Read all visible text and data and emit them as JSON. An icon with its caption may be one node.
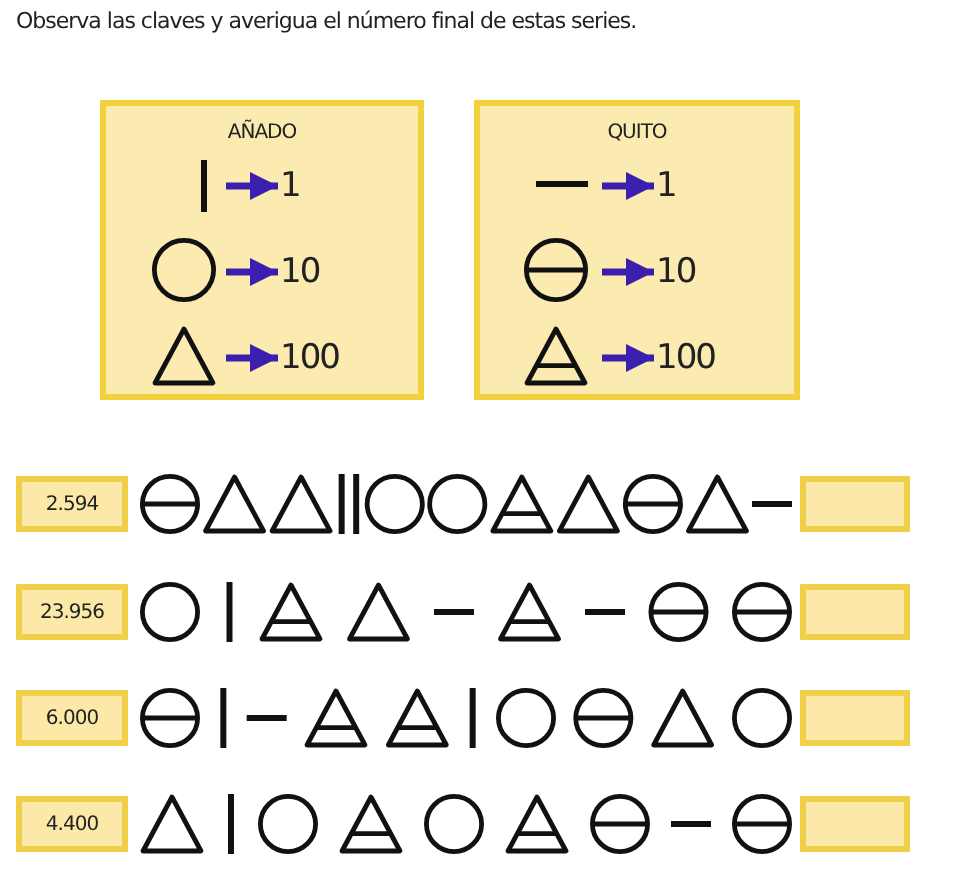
{
  "diagram": {
    "title": "Observa las claves y averigua el número final de estas series.",
    "nodes": [
      {
        "text": [
          "AÑADO"
        ]
      },
      {
        "text": [],
        "shape": "bar",
        "in": 0
      },
      {
        "text": [
          "1"
        ],
        "in": 0
      },
      {
        "text": [],
        "shape": "circle",
        "in": 0
      },
      {
        "text": [
          "10"
        ],
        "in": 0
      },
      {
        "text": [],
        "shape": "triangle",
        "in": 0
      },
      {
        "text": [
          "100"
        ],
        "in": 0
      },
      {
        "text": [
          "QUITO"
        ]
      },
      {
        "text": [],
        "shape": "bar",
        "in": 7
      },
      {
        "text": [
          "1"
        ],
        "in": 7
      },
      {
        "text": [],
        "shape": "circle",
        "in": 7
      },
      {
        "text": [
          "10"
        ],
        "in": 7
      },
      {
        "text": [],
        "shape": "triangle",
        "in": 7
      },
      {
        "text": [
          "100"
        ],
        "in": 7
      },
      {
        "text": [
          "2.594"
        ]
      },
      {
        "text": [],
        "shape": "box"
      },
      {
        "text": [
          "23.956"
        ]
      },
      {
        "text": [],
        "shape": "box"
      },
      {
        "text": [
          "6.000"
        ]
      },
      {
        "text": [],
        "shape": "box"
      },
      {
        "text": [
          "4.400"
        ]
      },
      {
        "text": [],
        "shape": "box"
      }
    ],
    "edges": [
      {
        "from": 1,
        "to": 2,
        "arrow": "to"
      },
      {
        "from": 3,
        "to": 4,
        "arrow": "to"
      },
      {
        "from": 5,
        "to": 6,
        "arrow": "to"
      },
      {
        "from": 8,
        "to": 9,
        "arrow": "to"
      },
      {
        "from": 10,
        "to": 11,
        "arrow": "to"
      },
      {
        "from": 12,
        "to": 13,
        "arrow": "to"
      }
    ]
  }
}
